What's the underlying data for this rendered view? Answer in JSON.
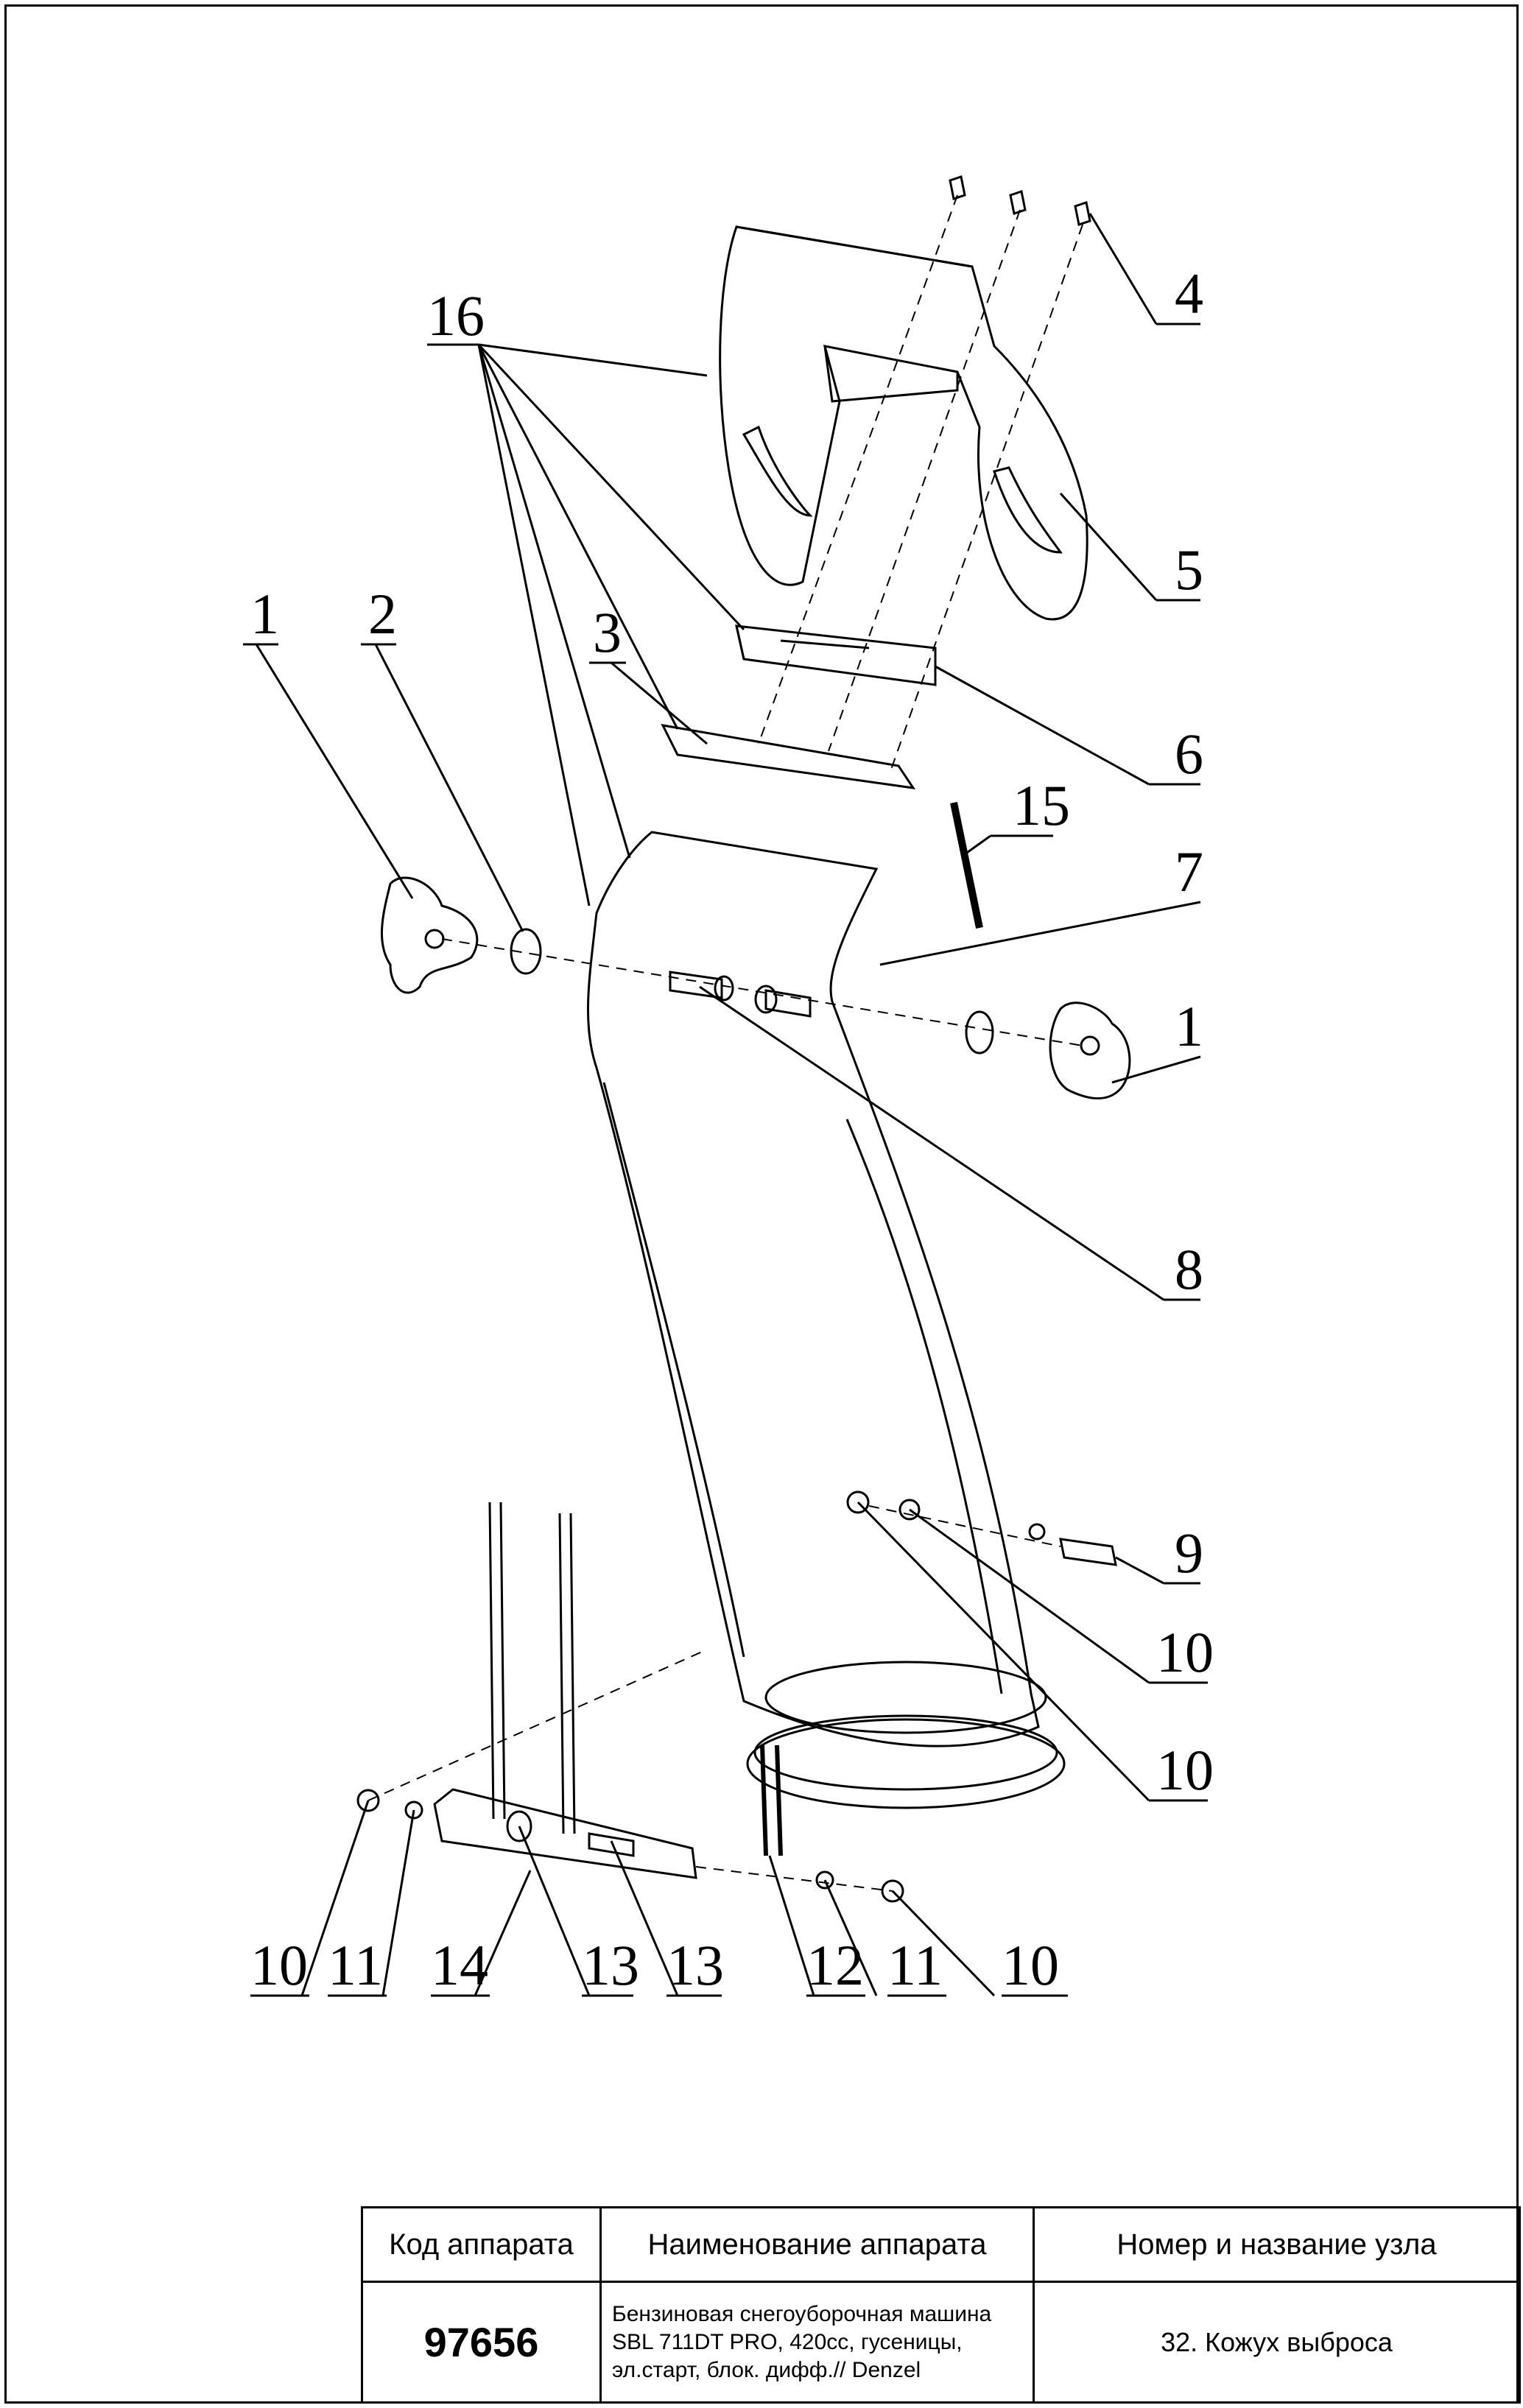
{
  "callouts": [
    "16",
    "4",
    "5",
    "1",
    "2",
    "3",
    "6",
    "15",
    "7",
    "1",
    "8",
    "9",
    "10",
    "10",
    "10",
    "11",
    "14",
    "13",
    "13",
    "12",
    "11",
    "10"
  ],
  "title_block": {
    "header_code": "Код аппарата",
    "header_name": "Наименование аппарата",
    "header_node": "Номер и название узла",
    "code": "97656",
    "name_line1": "Бензиновая снегоуборочная машина",
    "name_line2": "SBL 711DT PRO, 420cc, гусеницы,",
    "name_line3": "эл.старт, блок. дифф.// Denzel",
    "node": "32. Кожух выброса"
  },
  "colors": {
    "line": "#000000",
    "background": "#ffffff"
  }
}
